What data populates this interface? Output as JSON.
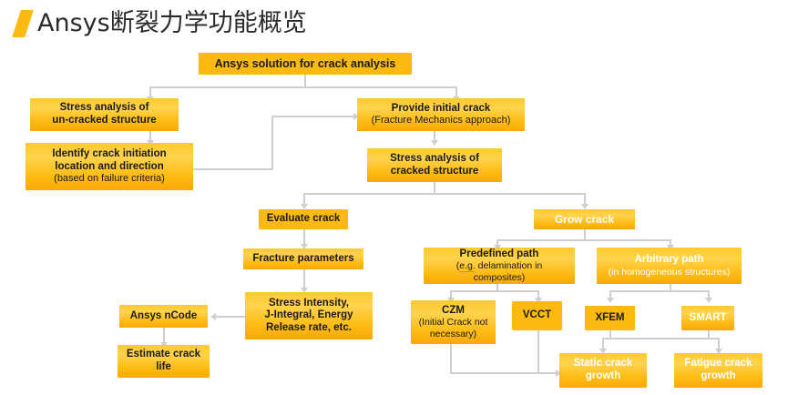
{
  "title": {
    "text": "Ansys断裂力学功能概览",
    "accent_color": "#FDBA12"
  },
  "theme": {
    "box_fill": "#FCBA10",
    "box_gradient_top": "#FDC92B",
    "box_gradient_bottom": "#F9A80B",
    "connector_color": "#CFCFCF",
    "dark_text": "#1A1A1A",
    "light_text": "#FFFFFF"
  },
  "chart_data": {
    "type": "diagram",
    "title": "Ansys断裂力学功能概览",
    "nodes": [
      {
        "id": "root",
        "label": "Ansys solution for crack analysis",
        "sub": "",
        "text_color": "dark"
      },
      {
        "id": "uncracked",
        "label": "Stress analysis of",
        "label2": "un-cracked structure",
        "sub": "",
        "text_color": "dark"
      },
      {
        "id": "identify",
        "label": "Identify crack initiation",
        "label2": "location and direction",
        "sub": "(based on failure criteria)",
        "text_color": "dark"
      },
      {
        "id": "provide",
        "label": "Provide initial crack",
        "sub": "(Fracture Mechanics approach)",
        "text_color": "dark"
      },
      {
        "id": "cracked",
        "label": "Stress analysis of",
        "label2": "cracked structure",
        "sub": "",
        "text_color": "dark"
      },
      {
        "id": "evaluate",
        "label": "Evaluate crack",
        "sub": "",
        "text_color": "dark"
      },
      {
        "id": "fracparams",
        "label": "Fracture parameters",
        "sub": "",
        "text_color": "dark"
      },
      {
        "id": "stressint",
        "label": "Stress Intensity,",
        "label2": "J-Integral, Energy",
        "label3": "Release rate, etc.",
        "sub": "",
        "text_color": "dark"
      },
      {
        "id": "ncode",
        "label": "Ansys nCode",
        "sub": "",
        "text_color": "dark"
      },
      {
        "id": "estimate",
        "label": "Estimate crack",
        "label2": "life",
        "sub": "",
        "text_color": "dark"
      },
      {
        "id": "grow",
        "label": "Grow crack",
        "sub": "",
        "text_color": "light"
      },
      {
        "id": "predef",
        "label": "Predefined path",
        "sub": "(e.g. delamination in composites)",
        "text_color": "dark"
      },
      {
        "id": "arbitrary",
        "label": "Arbitrary path",
        "sub": "(in homogeneous structures)",
        "text_color": "light"
      },
      {
        "id": "czm",
        "label": "CZM",
        "sub": "(Initial Crack not necessary)",
        "text_color": "dark"
      },
      {
        "id": "vcct",
        "label": "VCCT",
        "sub": "",
        "text_color": "dark"
      },
      {
        "id": "xfem",
        "label": "XFEM",
        "sub": "",
        "text_color": "dark"
      },
      {
        "id": "smart",
        "label": "SMART",
        "sub": "",
        "text_color": "light"
      },
      {
        "id": "static",
        "label": "Static crack",
        "label2": "growth",
        "sub": "",
        "text_color": "light"
      },
      {
        "id": "fatigue",
        "label": "Fatigue crack",
        "label2": "growth",
        "sub": "",
        "text_color": "light"
      }
    ],
    "edges": [
      {
        "from": "root",
        "to": "uncracked"
      },
      {
        "from": "root",
        "to": "provide"
      },
      {
        "from": "uncracked",
        "to": "identify"
      },
      {
        "from": "identify",
        "to": "provide"
      },
      {
        "from": "provide",
        "to": "cracked"
      },
      {
        "from": "cracked",
        "to": "evaluate"
      },
      {
        "from": "cracked",
        "to": "grow"
      },
      {
        "from": "evaluate",
        "to": "fracparams"
      },
      {
        "from": "fracparams",
        "to": "stressint"
      },
      {
        "from": "stressint",
        "to": "ncode"
      },
      {
        "from": "ncode",
        "to": "estimate"
      },
      {
        "from": "grow",
        "to": "predef"
      },
      {
        "from": "grow",
        "to": "arbitrary"
      },
      {
        "from": "predef",
        "to": "czm"
      },
      {
        "from": "predef",
        "to": "vcct"
      },
      {
        "from": "arbitrary",
        "to": "xfem"
      },
      {
        "from": "arbitrary",
        "to": "smart"
      },
      {
        "from": "czm",
        "to": "static"
      },
      {
        "from": "vcct",
        "to": "static"
      },
      {
        "from": "xfem",
        "to": "static"
      },
      {
        "from": "xfem",
        "to": "fatigue"
      },
      {
        "from": "smart",
        "to": "fatigue"
      }
    ]
  },
  "nodes": {
    "root": {
      "l1": "Ansys solution for crack analysis"
    },
    "uncracked": {
      "l1": "Stress analysis of",
      "l2": "un-cracked structure"
    },
    "identify": {
      "l1": "Identify crack initiation",
      "l2": "location and direction",
      "l3": "(based on failure criteria)"
    },
    "provide": {
      "l1": "Provide initial crack",
      "l2": "(Fracture Mechanics approach)"
    },
    "cracked": {
      "l1": "Stress analysis of",
      "l2": "cracked structure"
    },
    "evaluate": {
      "l1": "Evaluate crack"
    },
    "fracparams": {
      "l1": "Fracture parameters"
    },
    "stressint": {
      "l1": "Stress Intensity,",
      "l2": "J-Integral, Energy",
      "l3": "Release rate, etc."
    },
    "ncode": {
      "l1": "Ansys nCode"
    },
    "estimate": {
      "l1": "Estimate crack",
      "l2": "life"
    },
    "grow": {
      "l1": "Grow crack"
    },
    "predef": {
      "l1": "Predefined path",
      "l2_a": "(",
      "l2_eg": "e.g.",
      "l2_b": " delamination in",
      "l3": "composites)"
    },
    "arbitrary": {
      "l1": "Arbitrary path",
      "l2": "(in homogeneous structures)"
    },
    "czm": {
      "l1": "CZM",
      "l2": "(Initial Crack not",
      "l3": "necessary)"
    },
    "vcct": {
      "l1": "VCCT"
    },
    "xfem": {
      "l1": "XFEM"
    },
    "smart": {
      "l1": "SMART"
    },
    "static": {
      "l1": "Static crack",
      "l2": "growth"
    },
    "fatigue": {
      "l1": "Fatigue crack",
      "l2": "growth"
    }
  }
}
